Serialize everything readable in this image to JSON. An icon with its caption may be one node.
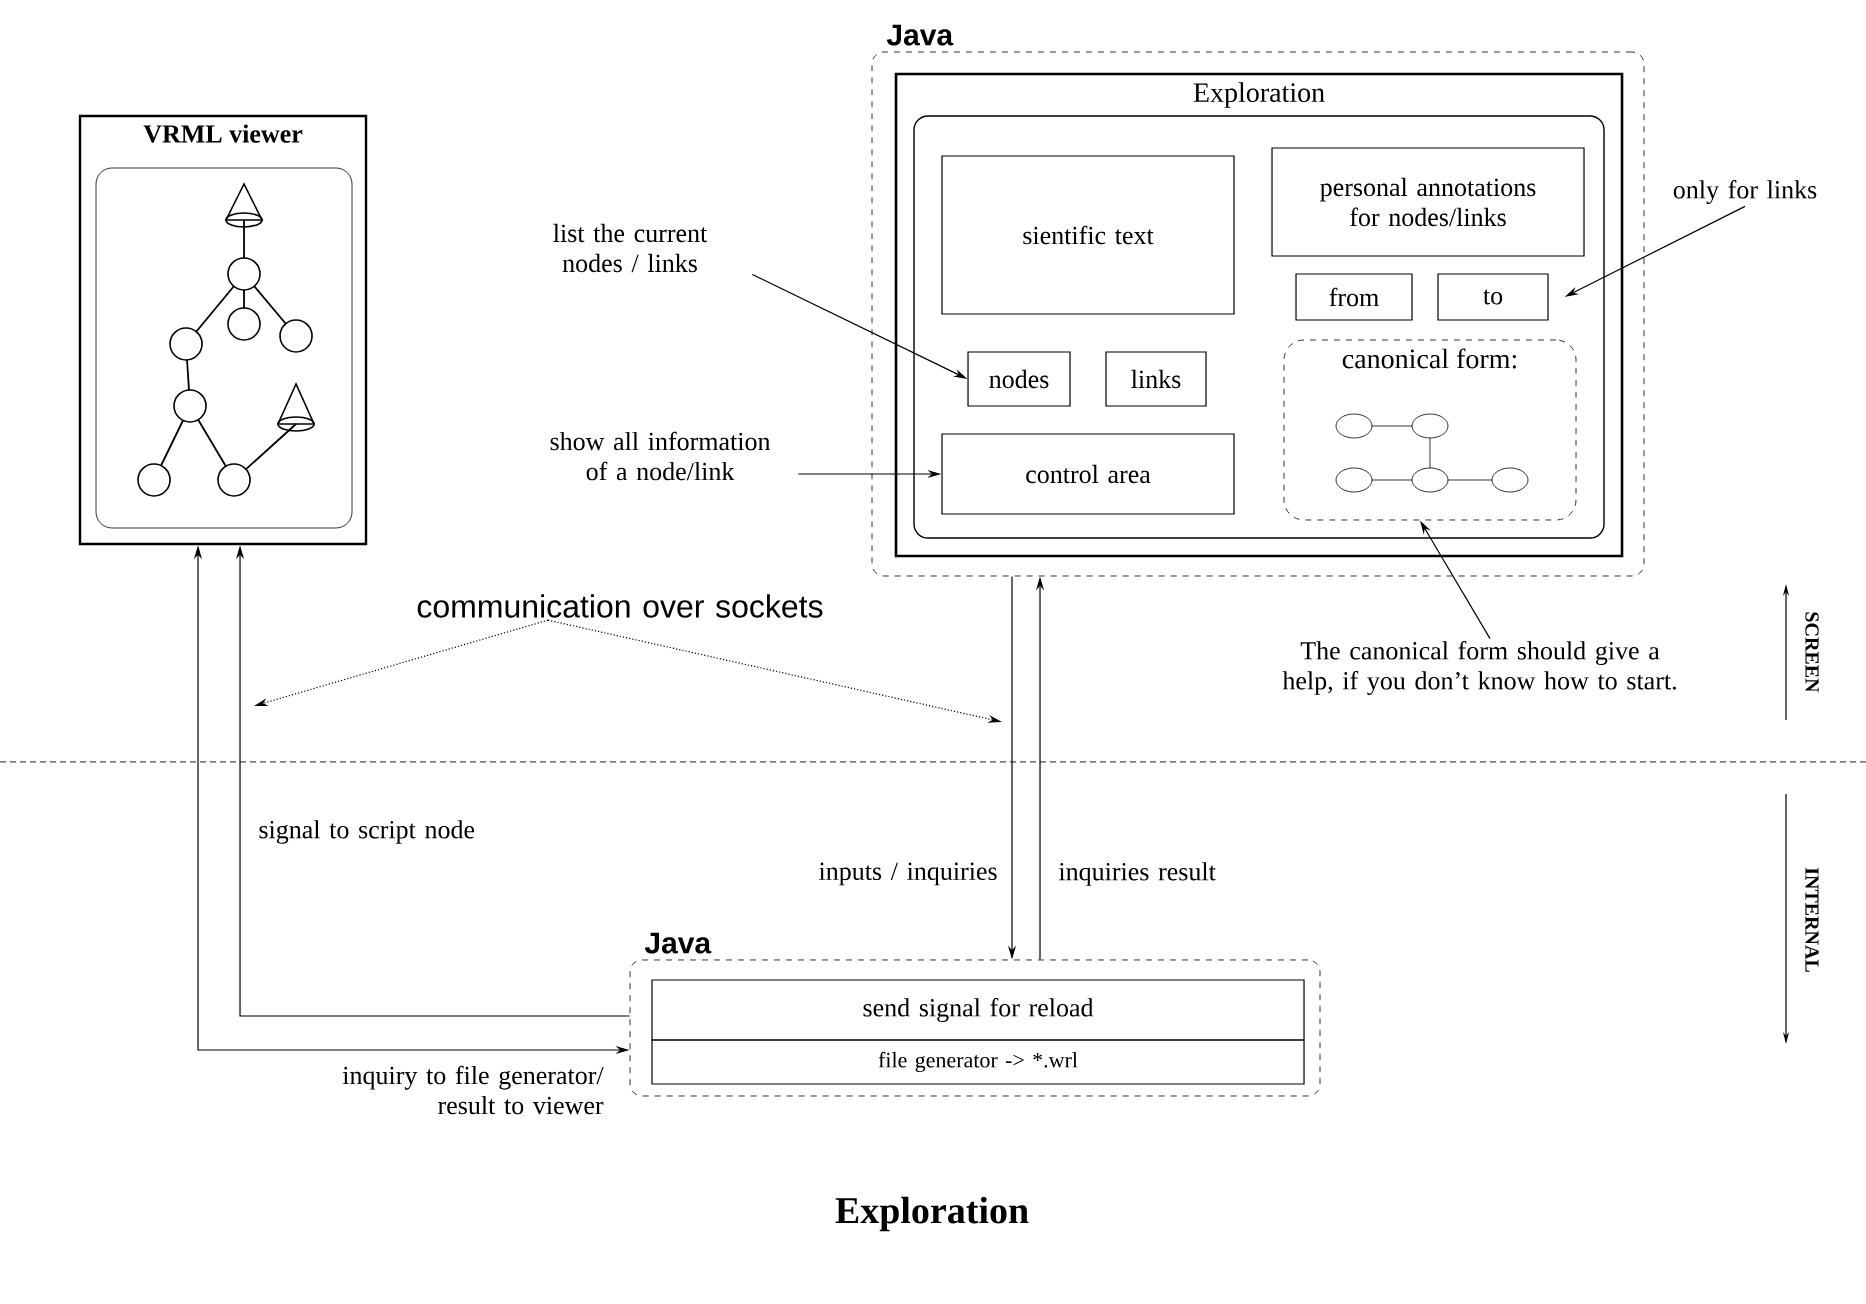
{
  "diagram": {
    "caption": "Exploration",
    "nodes": [
      {
        "text": [
          "Java"
        ]
      },
      {
        "text": [
          "Exploration"
        ],
        "in": 0
      },
      {
        "text": [],
        "shape": "box",
        "in": 1
      },
      {
        "text": [
          "sientific text"
        ],
        "in": 2
      },
      {
        "text": [
          "personal annotations for nodes/links"
        ],
        "in": 2
      },
      {
        "text": [
          "from"
        ],
        "in": 2
      },
      {
        "text": [
          "to"
        ],
        "in": 2
      },
      {
        "text": [
          "nodes"
        ],
        "in": 2
      },
      {
        "text": [
          "links"
        ],
        "in": 2
      },
      {
        "text": [
          "control area"
        ],
        "in": 2
      },
      {
        "text": [
          "canonical form:"
        ],
        "in": 2
      },
      {
        "text": [
          "VRML viewer"
        ]
      },
      {
        "text": [
          "Java"
        ]
      },
      {
        "text": [
          "send signal for reload"
        ],
        "in": 12
      },
      {
        "text": [
          "file generator -> *.wrl"
        ],
        "in": 12
      },
      {
        "text": [
          "list the current nodes / links"
        ]
      },
      {
        "text": [
          "show all information of a node/link"
        ]
      },
      {
        "text": [
          "only for links"
        ]
      },
      {
        "text": [
          "The canonical form should give a help, if you don’t know how to start."
        ]
      },
      {
        "text": [
          "communication over sockets"
        ]
      }
    ],
    "edges": [
      {
        "from": 15,
        "to": 7,
        "arrow": "to"
      },
      {
        "from": 16,
        "to": 9,
        "arrow": "to"
      },
      {
        "from": 17,
        "to": 6,
        "arrow": "to"
      },
      {
        "from": 18,
        "to": 10,
        "arrow": "to"
      },
      {
        "from": 19,
        "to": null,
        "arrow": "to",
        "style": "dashed"
      },
      {
        "from": 19,
        "to": null,
        "arrow": "to",
        "style": "dashed"
      },
      {
        "from": 12,
        "to": 11,
        "arrow": "to",
        "label": "signal to script node"
      },
      {
        "from": 11,
        "to": 12,
        "arrow": "both",
        "label": "inquiry to file generator/ result to viewer"
      },
      {
        "from": 0,
        "to": 12,
        "arrow": "to",
        "label": "inputs / inquiries"
      },
      {
        "from": 12,
        "to": 0,
        "arrow": "to",
        "label": "inquiries result"
      }
    ],
    "labels": [
      "SCREEN",
      "INTERNAL"
    ]
  }
}
